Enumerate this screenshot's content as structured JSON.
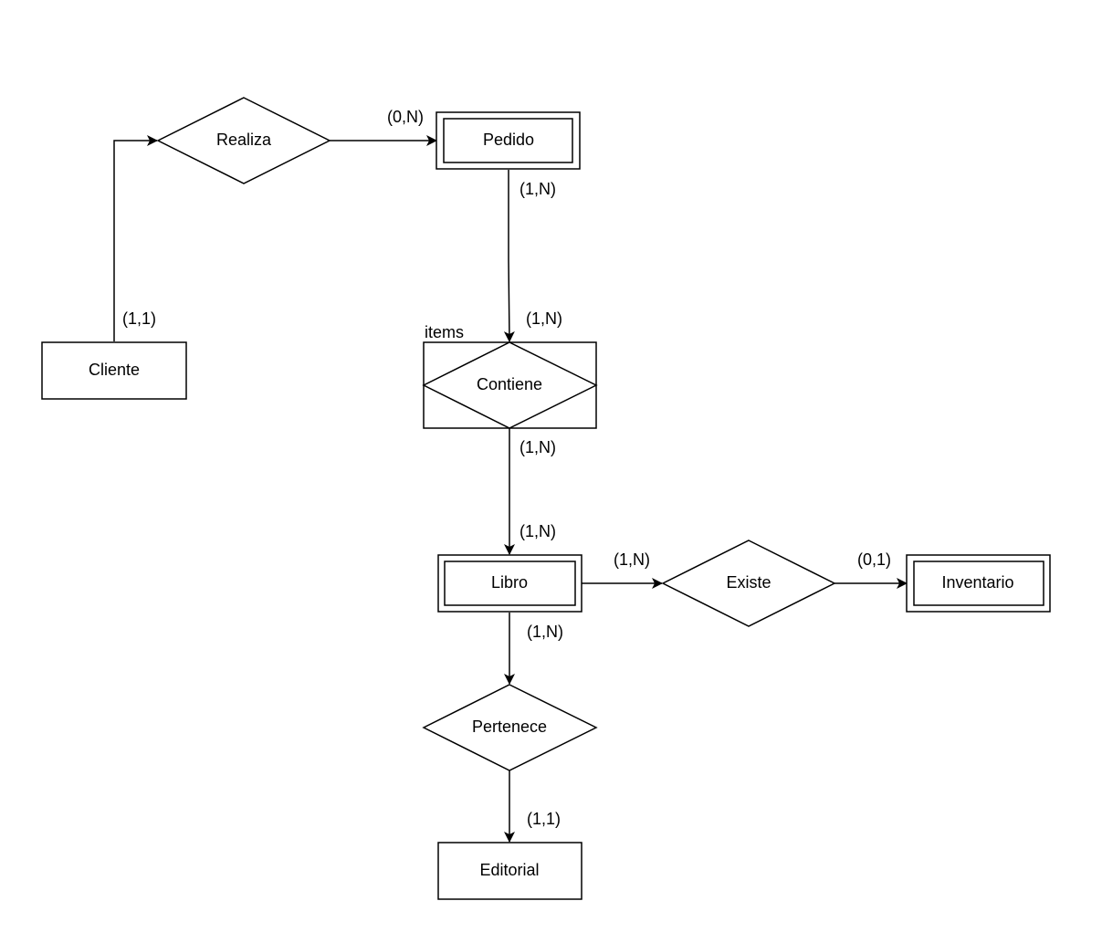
{
  "diagram": {
    "entities": {
      "cliente": "Cliente",
      "pedido": "Pedido",
      "libro": "Libro",
      "inventario": "Inventario",
      "editorial": "Editorial"
    },
    "relationships": {
      "realiza": "Realiza",
      "contiene": "Contiene",
      "existe": "Existe",
      "pertenece": "Pertenece"
    },
    "aggregation_label": "items",
    "cardinalities": {
      "cliente_realiza": "(1,1)",
      "realiza_pedido": "(0,N)",
      "pedido_contiene": "(1,N)",
      "contiene_from_pedido": "(1,N)",
      "contiene_libro": "(1,N)",
      "libro_from_contiene": "(1,N)",
      "libro_existe": "(1,N)",
      "existe_inventario": "(0,1)",
      "libro_pertenece": "(1,N)",
      "pertenece_editorial": "(1,1)"
    },
    "colors": {
      "stroke": "#000000",
      "fill": "#ffffff"
    }
  }
}
